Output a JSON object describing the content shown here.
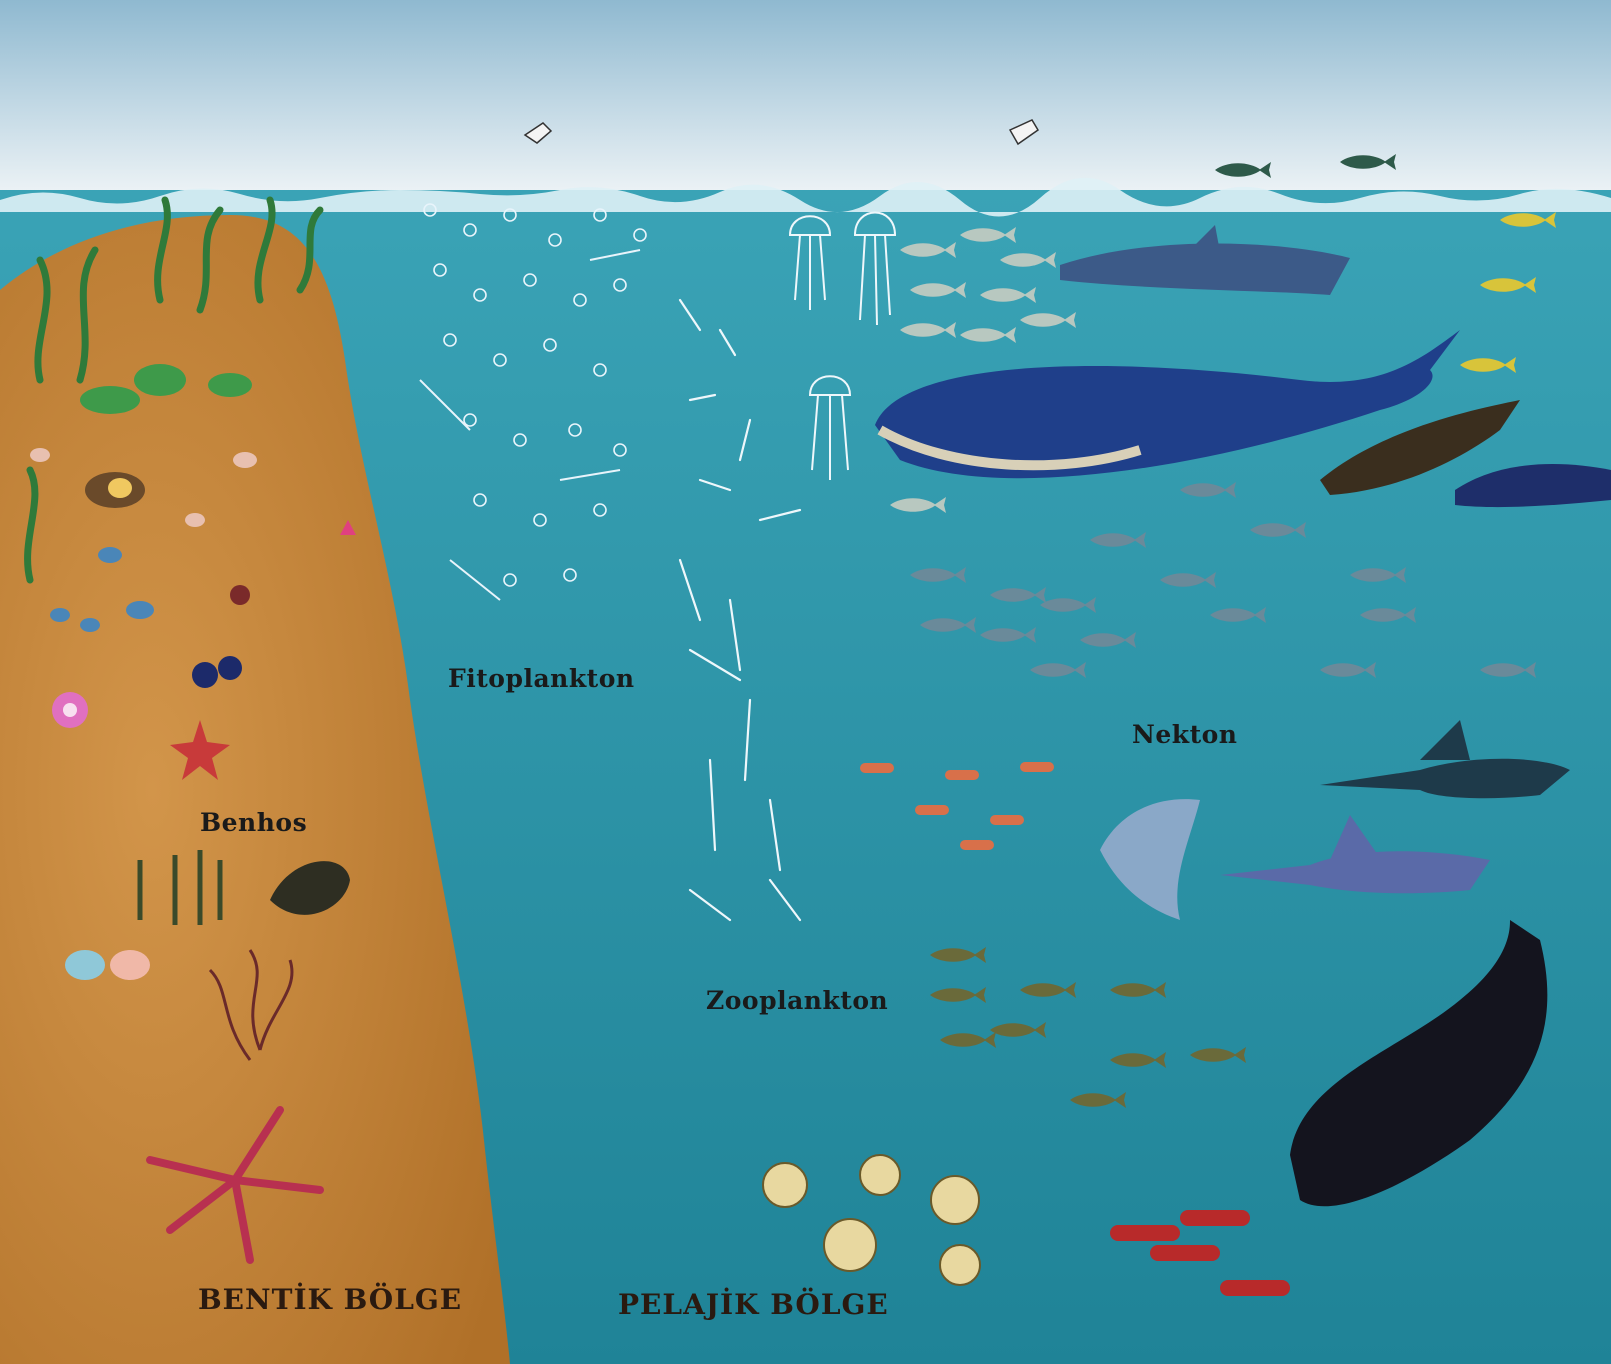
{
  "labels": {
    "fitoplankton": "Fitoplankton",
    "zooplankton": "Zooplankton",
    "nekton": "Nekton",
    "benhos": "Benhos",
    "bentik_bolge": "BENTİK BÖLGE",
    "pelajik_bolge": "PELAJİK BÖLGE"
  },
  "colors": {
    "sky_top": "#9fc4d8",
    "sky_bottom": "#f4f7f9",
    "water": "#2f95a8",
    "water_deep": "#1f7f93",
    "seabed": "#c98a3e",
    "seabed_dark": "#a96a2a",
    "text": "#1a1a1a"
  },
  "icons": [
    "seabird-icon",
    "flying-fish-icon",
    "seaweed-icon",
    "crab-icon",
    "shell-icon",
    "sea-urchin-icon",
    "starfish-icon",
    "flatfish-icon",
    "anemone-icon",
    "phytoplankton-icon",
    "jellyfish-icon",
    "zooplankton-icon",
    "whale-shark-icon",
    "blue-whale-icon",
    "tuna-icon",
    "dolphin-icon",
    "sea-lion-icon",
    "swordfish-icon",
    "marlin-icon",
    "shark-icon",
    "squid-icon",
    "sperm-whale-icon",
    "hatchetfish-icon",
    "lanternfish-icon"
  ]
}
